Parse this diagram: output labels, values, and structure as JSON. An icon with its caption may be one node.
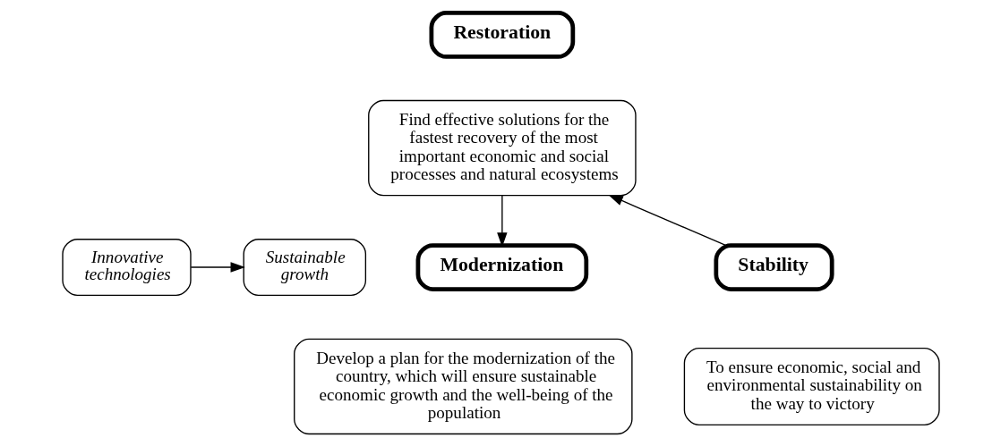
{
  "diagram": {
    "nodes": [
      {
        "text": [
          "Restoration"
        ]
      },
      {
        "text": [
          "Find effective solutions for the fastest recovery of the most important economic and social processes and natural ecosystems"
        ]
      },
      {
        "text": [
          "Innovative technologies"
        ]
      },
      {
        "text": [
          "Sustainable growth"
        ]
      },
      {
        "text": [
          "Stability"
        ]
      },
      {
        "text": [
          "Modernization"
        ]
      },
      {
        "text": [
          "To ensure economic, social and environmental sustainability on the way to victory"
        ]
      },
      {
        "text": [
          "Develop a plan for the modernization of the country, which will ensure sustainable economic growth and the well-being of the population"
        ]
      }
    ],
    "edges": [
      {
        "from": 4,
        "to": 1,
        "arrow": "to"
      },
      {
        "from": 1,
        "to": 5,
        "arrow": "to"
      },
      {
        "from": 2,
        "to": 3,
        "arrow": "to"
      }
    ]
  }
}
